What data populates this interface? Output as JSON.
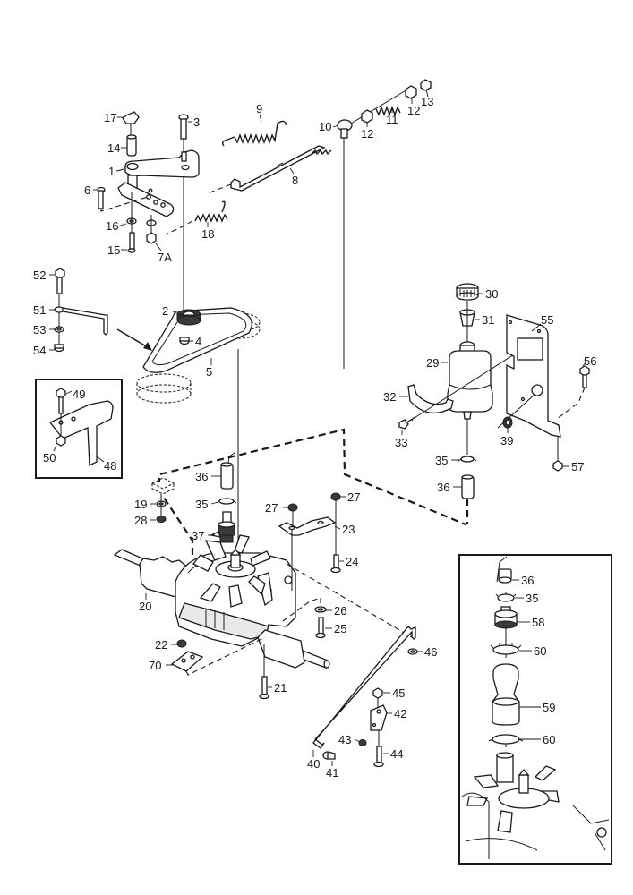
{
  "diagram": {
    "type": "exploded-parts-diagram",
    "subject": "transaxle drive assembly",
    "callouts": {
      "c1": "1",
      "c2": "2",
      "c3": "3",
      "c4": "4",
      "c5": "5",
      "c6": "6",
      "c7A": "7A",
      "c8": "8",
      "c9": "9",
      "c10": "10",
      "c11": "11",
      "c12a": "12",
      "c12b": "12",
      "c13": "13",
      "c14": "14",
      "c15": "15",
      "c16": "16",
      "c17": "17",
      "c18": "18",
      "c19": "19",
      "c20": "20",
      "c21": "21",
      "c22": "22",
      "c23": "23",
      "c24": "24",
      "c25": "25",
      "c26": "26",
      "c27a": "27",
      "c27b": "27",
      "c28": "28",
      "c29": "29",
      "c30": "30",
      "c31": "31",
      "c32": "32",
      "c33": "33",
      "c35a": "35",
      "c35b": "35",
      "c36a": "36",
      "c36b": "36",
      "c37": "37",
      "c39": "39",
      "c40": "40",
      "c41": "41",
      "c42": "42",
      "c43": "43",
      "c44": "44",
      "c45": "45",
      "c46": "46",
      "c48": "48",
      "c49": "49",
      "c50": "50",
      "c51": "51",
      "c52": "52",
      "c53": "53",
      "c54": "54",
      "c55": "55",
      "c56": "56",
      "c57": "57",
      "c70": "70"
    },
    "inset_bracket": {
      "callouts": {
        "c48": "48",
        "c49": "49",
        "c50": "50"
      }
    },
    "inset_fan_duct": {
      "callouts": {
        "c36": "36",
        "c35": "35",
        "c58": "58",
        "c60a": "60",
        "c59": "59",
        "c60b": "60"
      }
    }
  }
}
